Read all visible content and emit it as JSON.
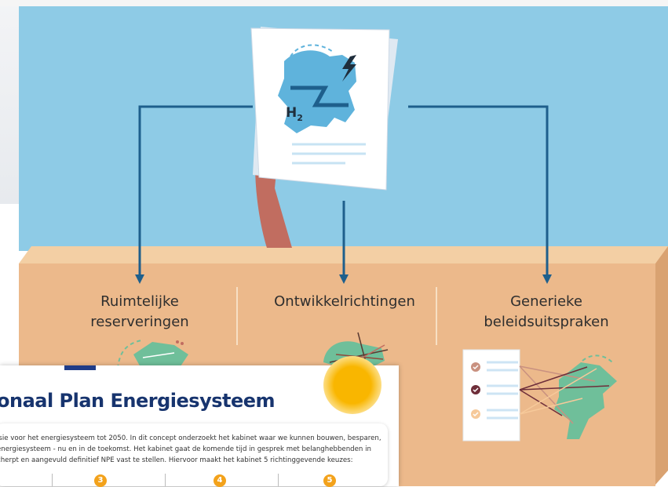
{
  "categories": [
    {
      "label_line1": "Ruimtelijke",
      "label_line2": "reserveringen"
    },
    {
      "label_line1": "Ontwikkelrichtingen",
      "label_line2": ""
    },
    {
      "label_line1": "Generieke",
      "label_line2": "beleidsuitspraken"
    }
  ],
  "document": {
    "label": "H",
    "label_sub": "2"
  },
  "plan": {
    "title": "onaal Plan Energiesysteem",
    "intro_line1": "isie voor het energiesysteem tot 2050. In dit concept onderzoekt het kabinet waar we kunnen bouwen, besparen,",
    "intro_line2": "energiesysteem - nu en in de toekomst. Het kabinet gaat de komende tijd in gesprek met belanghebbenden in",
    "intro_line3": "cherpt en aangevuld definitief NPE vast te stellen. Hiervoor maakt het kabinet 5 richtinggevende keuzes:",
    "steps": [
      "3",
      "4",
      "5"
    ]
  },
  "colors": {
    "sky": "#8ecbe6",
    "platform": "#ecb98b",
    "map_green": "#6fbf9a",
    "map_blue": "#5fb3dc",
    "arrow": "#1e5f8c",
    "title_blue": "#17346e",
    "step_orange": "#f3a21b"
  }
}
